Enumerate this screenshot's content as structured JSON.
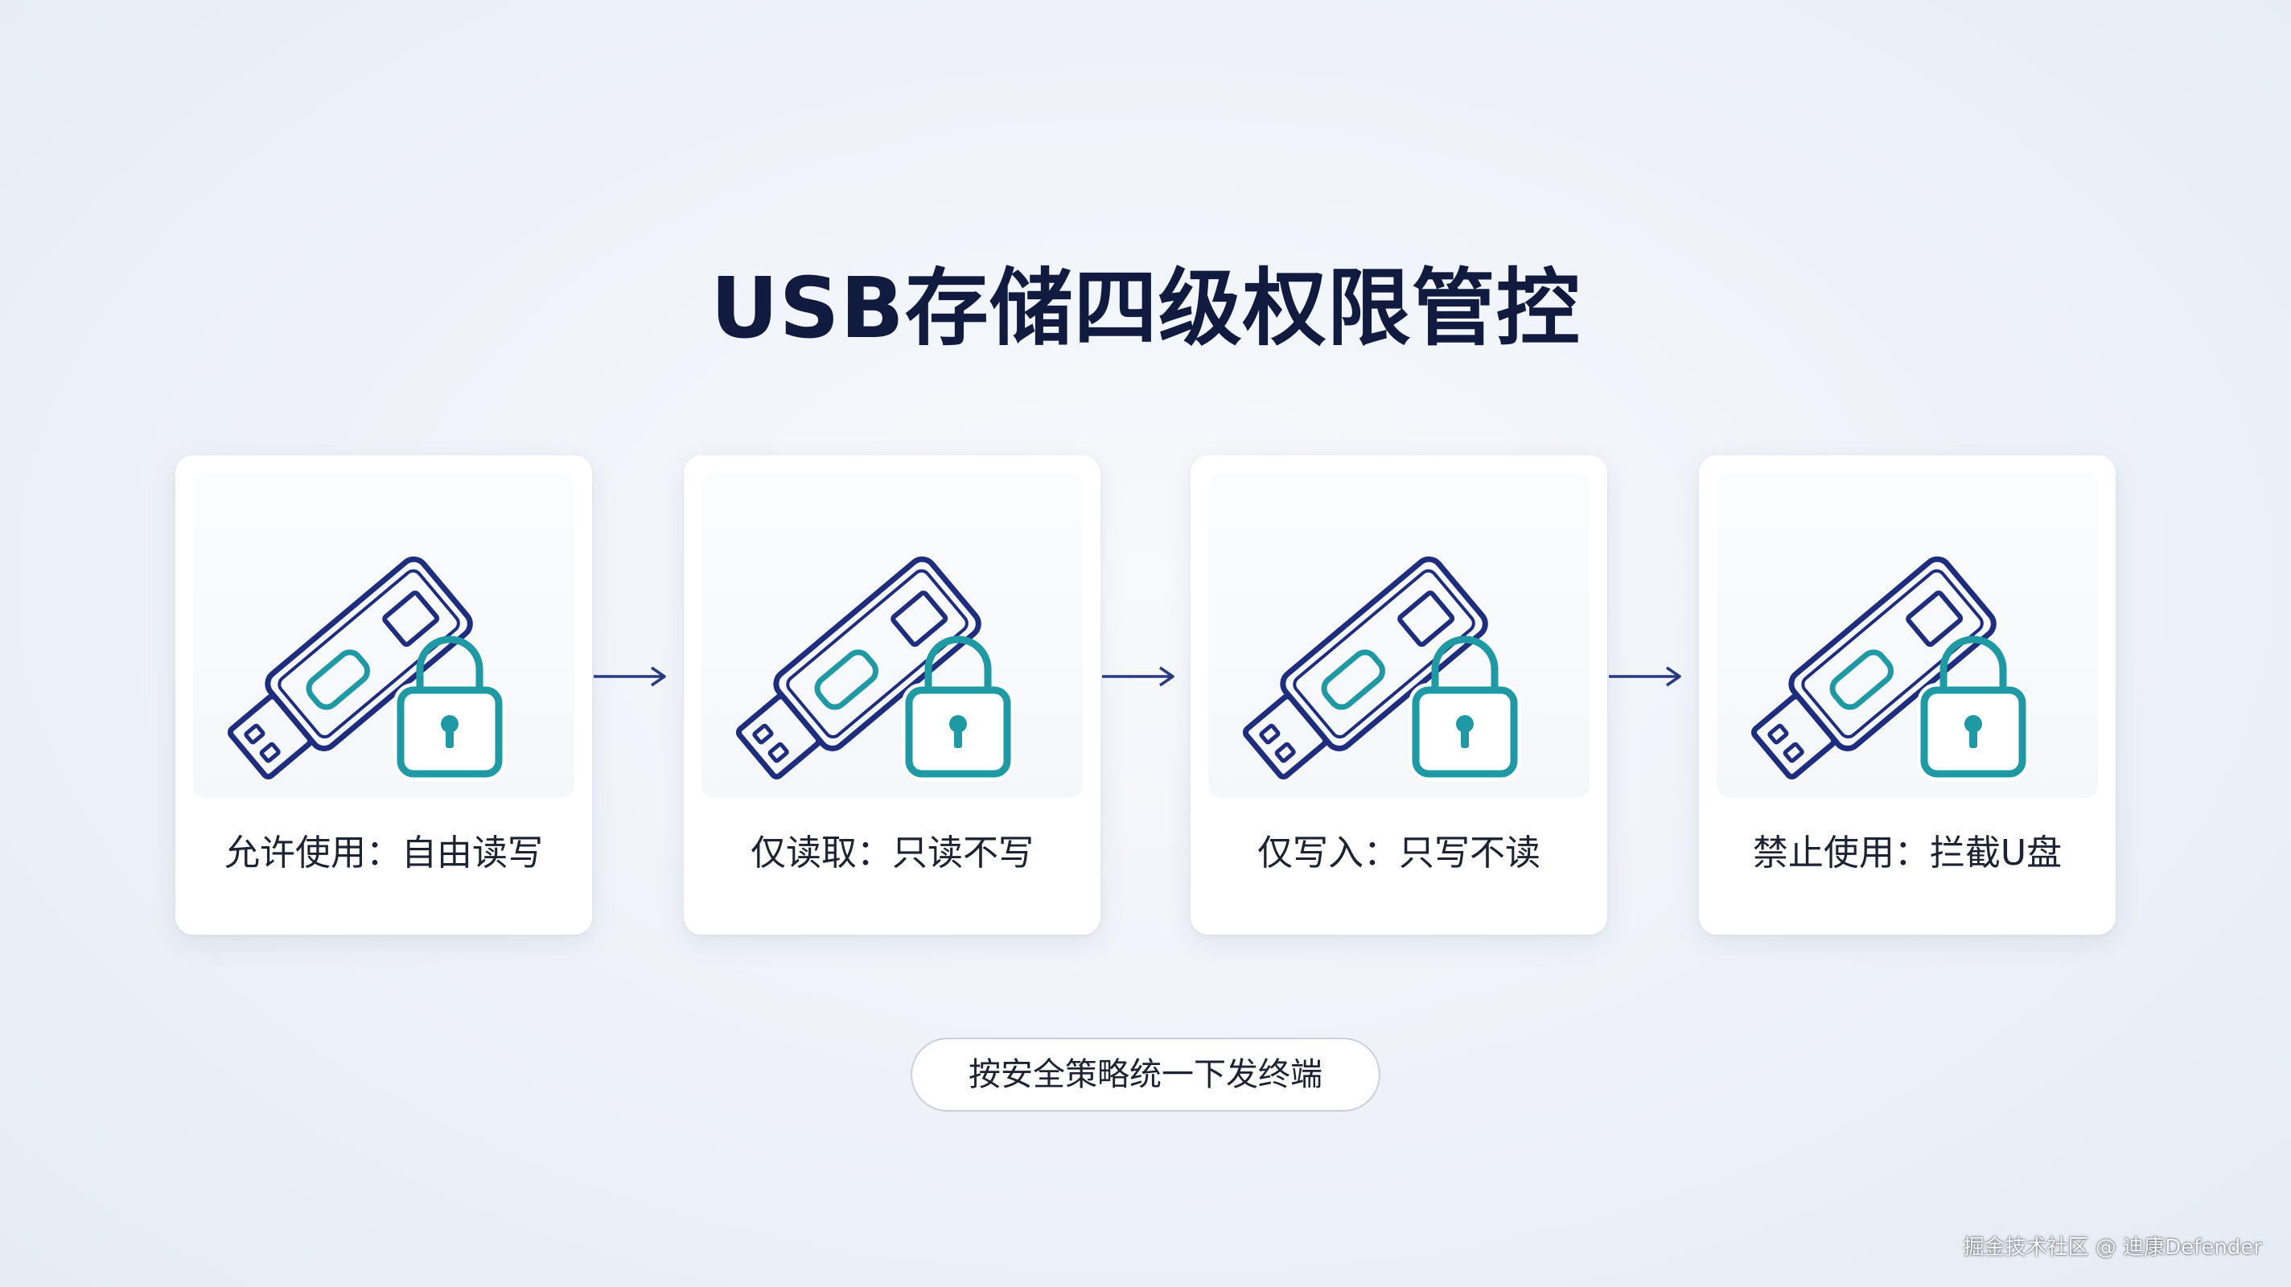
{
  "title": "USB存储四级权限管控",
  "cards": [
    {
      "label": "允许使用：自由读写",
      "icon": "usb-drive-lock-icon"
    },
    {
      "label": "仅读取：只读不写",
      "icon": "usb-drive-lock-icon"
    },
    {
      "label": "仅写入：只写不读",
      "icon": "usb-drive-lock-icon"
    },
    {
      "label": "禁止使用：拦截U盘",
      "icon": "usb-drive-lock-icon"
    }
  ],
  "footer_pill": "按安全策略统一下发终端",
  "watermark": "掘金技术社区 @ 迪康Defender",
  "colors": {
    "title": "#111a3f",
    "usb_outline": "#1e2d7d",
    "lock_and_label": "#1f9aa5",
    "arrow": "#2a3a80"
  }
}
